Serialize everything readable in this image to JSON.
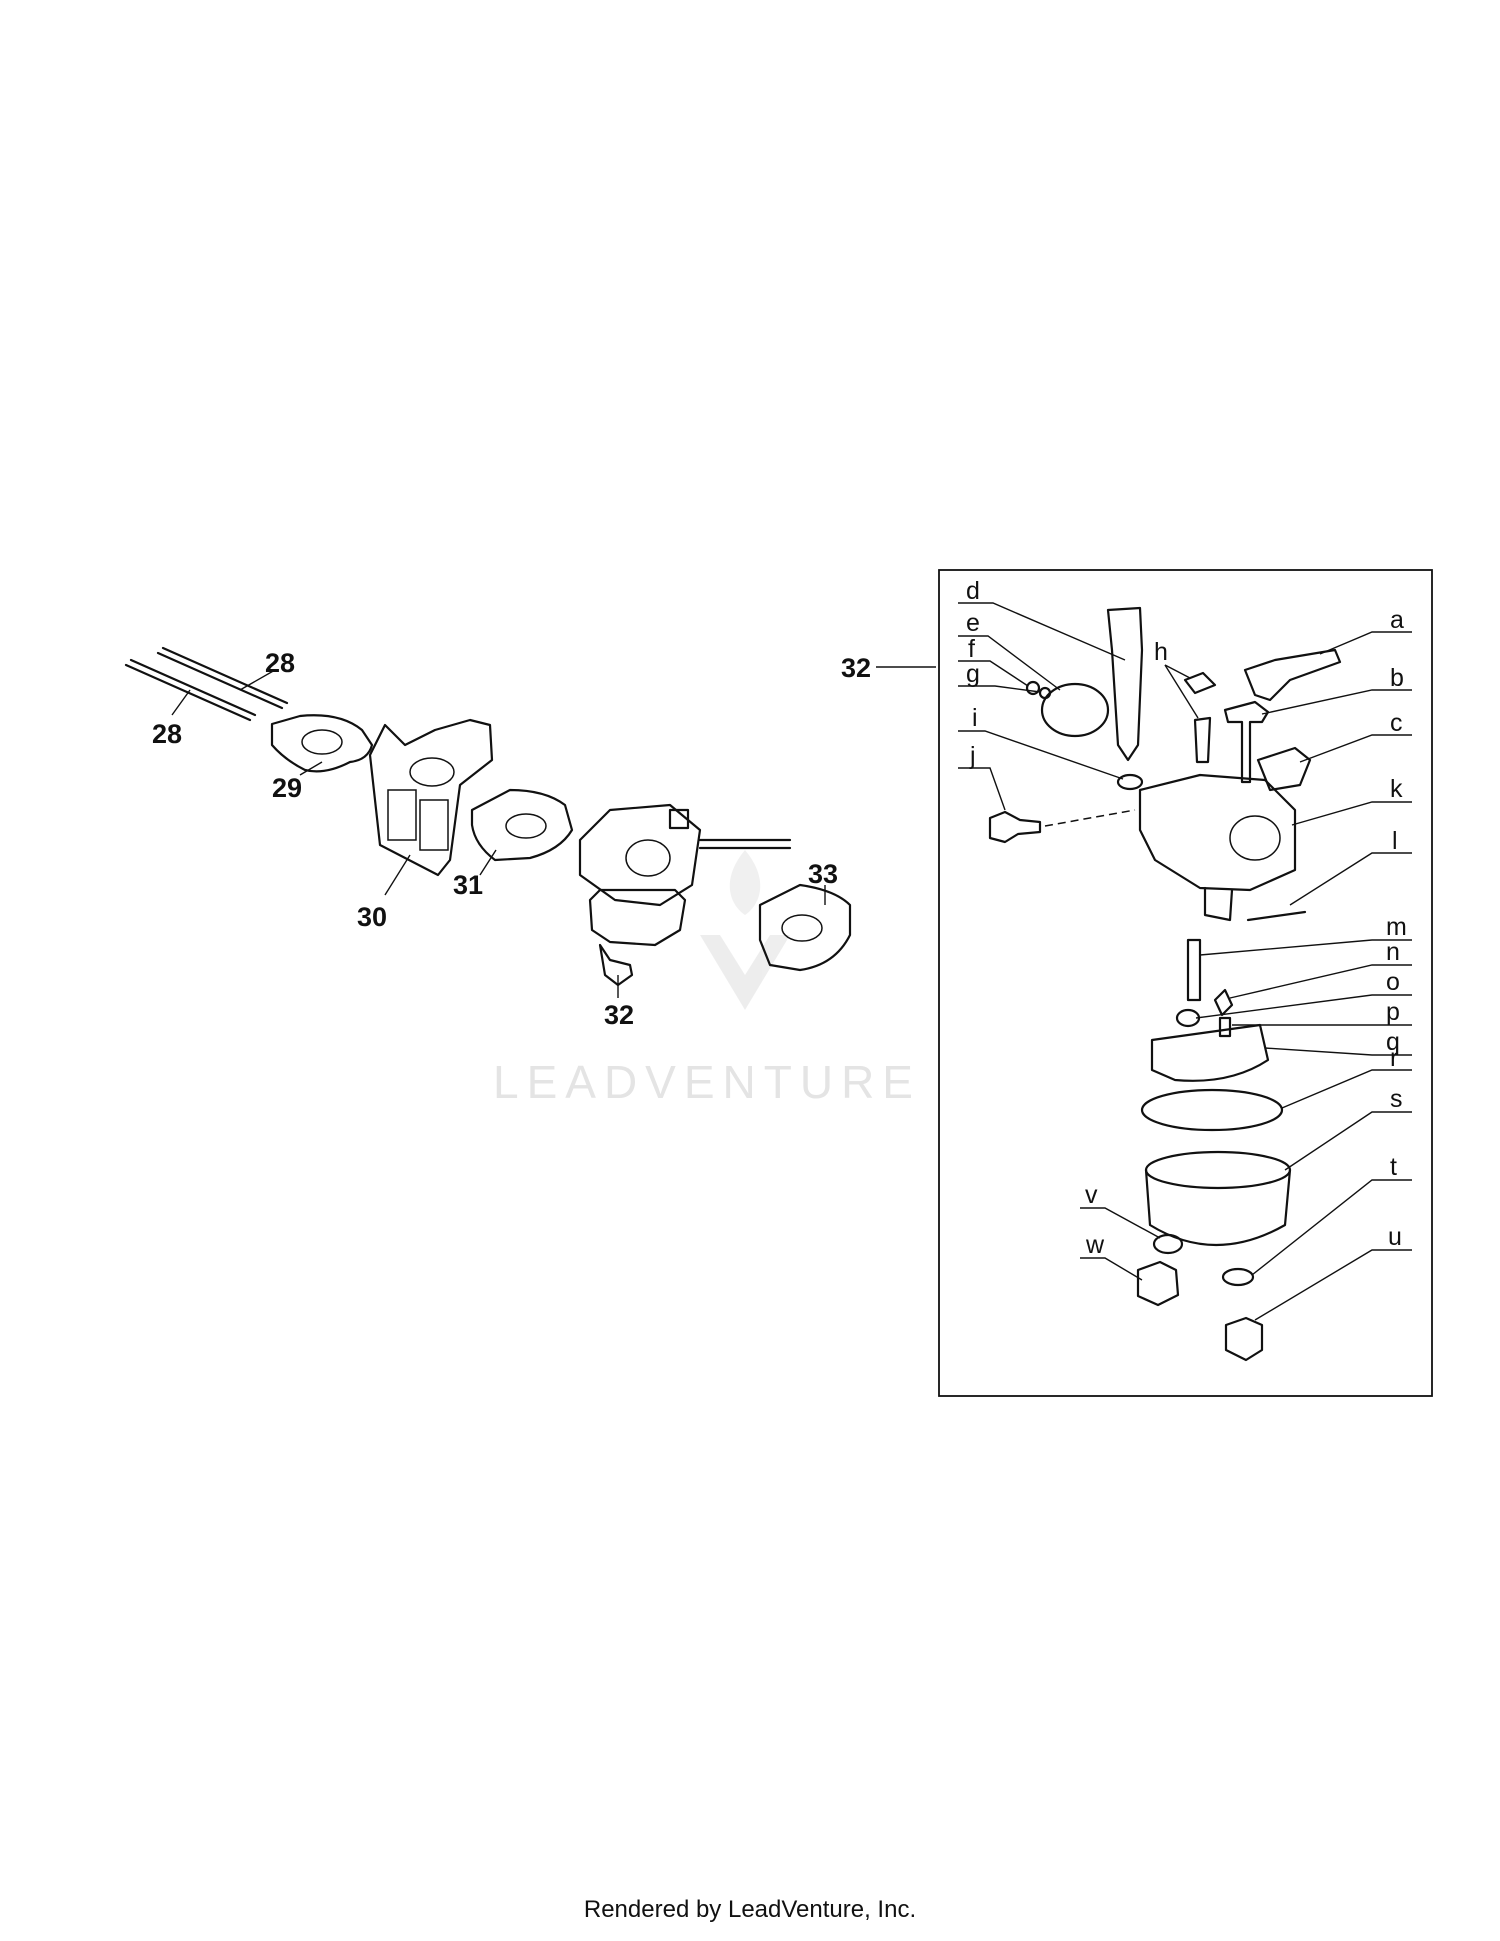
{
  "watermark": {
    "text": "LEADVENTURE"
  },
  "main_callouts": [
    "28",
    "28",
    "29",
    "30",
    "31",
    "32",
    "33"
  ],
  "inset": {
    "callout": "32",
    "letters": [
      "a",
      "b",
      "c",
      "d",
      "e",
      "f",
      "g",
      "h",
      "i",
      "j",
      "k",
      "l",
      "m",
      "n",
      "o",
      "p",
      "q",
      "r",
      "s",
      "t",
      "u",
      "v",
      "w"
    ]
  },
  "footer": {
    "text": "Rendered by LeadVenture, Inc."
  }
}
